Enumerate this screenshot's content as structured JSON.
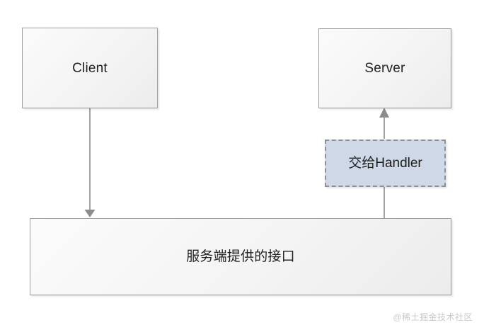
{
  "diagram": {
    "background_color": "#ffffff",
    "nodes": [
      {
        "id": "client",
        "label": "Client",
        "shape": "rectangle",
        "fill_color": "#f4f4f4",
        "border_color": "#9d9d9d",
        "border_style": "solid"
      },
      {
        "id": "server",
        "label": "Server",
        "shape": "rectangle",
        "fill_color": "#f4f4f4",
        "border_color": "#9d9d9d",
        "border_style": "solid"
      },
      {
        "id": "handler",
        "label": "交给Handler",
        "shape": "rectangle",
        "fill_color": "#cfd8e6",
        "border_color": "#8e9099",
        "border_style": "dashed"
      },
      {
        "id": "interface",
        "label": "服务端提供的接口",
        "shape": "rectangle",
        "fill_color": "#f4f4f4",
        "border_color": "#9d9d9d",
        "border_style": "solid"
      }
    ],
    "edges": [
      {
        "id": "client-to-interface",
        "from": "client",
        "to": "interface",
        "arrow": "down",
        "line_color": "#8c8c8c",
        "label": ""
      },
      {
        "id": "handler-to-server",
        "from": "handler",
        "to": "server",
        "arrow": "up",
        "line_color": "#8c8c8c",
        "label": ""
      },
      {
        "id": "interface-to-handler",
        "from": "interface",
        "to": "handler",
        "arrow": "none",
        "line_color": "#8c8c8c",
        "label": ""
      }
    ],
    "watermark": "@稀土掘金技术社区"
  }
}
